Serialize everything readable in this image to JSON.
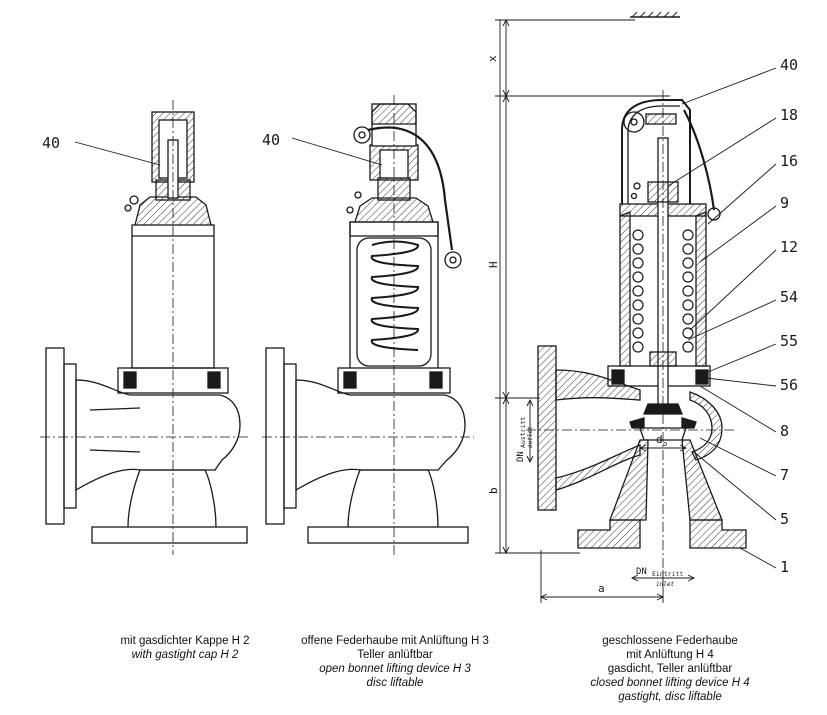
{
  "colors": {
    "line": "#1a1a1a",
    "hatch": "#3a3a3a",
    "paper": "#ffffff",
    "shade": "#cfcfcf"
  },
  "callouts_left": {
    "label": "40"
  },
  "callouts_middle": {
    "label": "40"
  },
  "callouts_right": [
    "40",
    "18",
    "16",
    "9",
    "12",
    "54",
    "55",
    "56",
    "8",
    "7",
    "5",
    "1"
  ],
  "dimensions": {
    "x": "x",
    "H": "H",
    "b": "b",
    "a": "a",
    "do": "d",
    "do_sub": "o",
    "dn_outlet": "DN",
    "dn_outlet_sub1": "Austritt",
    "dn_outlet_sub2": "outlet",
    "dn_inlet": "DN",
    "dn_inlet_sub1": "Eintritt",
    "dn_inlet_sub2": "inlet"
  },
  "captions": [
    {
      "lines_de": [
        "mit gasdichter Kappe H 2"
      ],
      "lines_en": [
        "with gastight cap H 2"
      ]
    },
    {
      "lines_de": [
        "offene Federhaube mit Anlüftung H 3",
        "Teller anlüftbar"
      ],
      "lines_en": [
        "open bonnet lifting device H 3",
        "disc liftable"
      ]
    },
    {
      "lines_de": [
        "geschlossene Federhaube",
        "mit Anlüftung H 4",
        "gasdicht, Teller anlüftbar"
      ],
      "lines_en": [
        "closed bonnet lifting device H 4",
        "gastight, disc liftable"
      ]
    }
  ]
}
